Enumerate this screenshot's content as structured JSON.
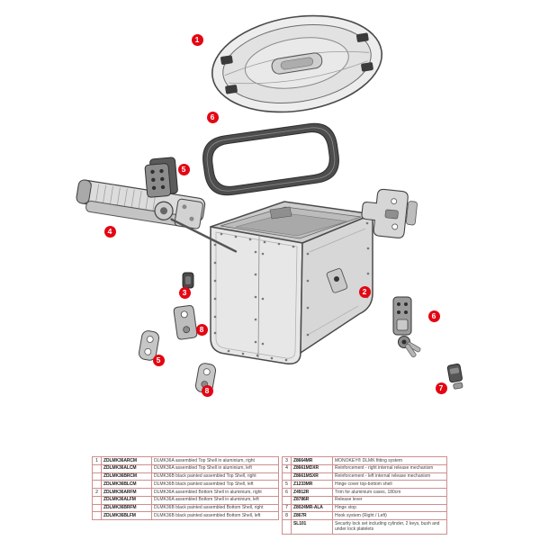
{
  "colors": {
    "marker_red": "#e30613",
    "outline_gray": "#4a4a4a",
    "table_border": "#cf8f8f"
  },
  "markers": [
    {
      "id": "callout-top-shell",
      "label": "1"
    },
    {
      "id": "callout-trim-seal",
      "label": "6"
    },
    {
      "id": "callout-hinge-cover-upper",
      "label": "5"
    },
    {
      "id": "callout-release-mechanism",
      "label": "4"
    },
    {
      "id": "callout-release-lever",
      "label": "3"
    },
    {
      "id": "callout-hook-upper",
      "label": "8"
    },
    {
      "id": "callout-hinge-cover-lower",
      "label": "5"
    },
    {
      "id": "callout-hook-lower",
      "label": "8"
    },
    {
      "id": "callout-bottom-shell",
      "label": "2"
    },
    {
      "id": "callout-lock-set",
      "label": "6"
    },
    {
      "id": "callout-hinge-stop",
      "label": "7"
    }
  ],
  "parts_table_left": {
    "rows": [
      {
        "num": "1",
        "code": "ZDLMK36ARCM",
        "desc": "DLMK36A assembled Top Shell in aluminium, right"
      },
      {
        "num": "",
        "code": "ZDLMK36ALCM",
        "desc": "DLMK36A assembled Top Shell in aluminium, left"
      },
      {
        "num": "",
        "code": "ZDLMK36BRCM",
        "desc": "DLMK36B black painted assembled Top Shell, right"
      },
      {
        "num": "",
        "code": "ZDLMK36BLCM",
        "desc": "DLMK36B black painted assembled Top Shell, left"
      },
      {
        "num": "2",
        "code": "ZDLMK36ARFM",
        "desc": "DLMK36A assembled Bottom Shell in aluminium, right"
      },
      {
        "num": "",
        "code": "ZDLMK36ALFM",
        "desc": "DLMK36A assembled Bottom Shell in aluminium, left"
      },
      {
        "num": "",
        "code": "ZDLMK36BRFM",
        "desc": "DLMK36B black painted assembled Bottom Shell, right"
      },
      {
        "num": "",
        "code": "ZDLMK36BLFM",
        "desc": "DLMK36B black painted assembled Bottom Shell, left"
      }
    ]
  },
  "parts_table_right": {
    "rows": [
      {
        "num": "3",
        "code": "Z8664MR",
        "desc": "MONOKEY® DLMK fitting system"
      },
      {
        "num": "4",
        "code": "Z8661MDXR",
        "desc": "Reinforcement - right internal release mechanism"
      },
      {
        "num": "",
        "code": "Z8661MSXR",
        "desc": "Reinforcement - left internal release mechanism"
      },
      {
        "num": "5",
        "code": "Z1233MR",
        "desc": "Hinge cover top-bottom shell"
      },
      {
        "num": "6",
        "code": "Z4912R",
        "desc": "Trim for aluminium cases, 180cm"
      },
      {
        "num": "",
        "code": "Z8786R",
        "desc": "Release lever"
      },
      {
        "num": "7",
        "code": "Z8024MR-ALA",
        "desc": "Hinge stop"
      },
      {
        "num": "8",
        "code": "Z867R",
        "desc": "Hook system (Right / Left)"
      },
      {
        "num": "",
        "code": "SL101",
        "desc": "Security lock set including cylinder, 2 keys, bush and under lock platelets"
      }
    ]
  }
}
